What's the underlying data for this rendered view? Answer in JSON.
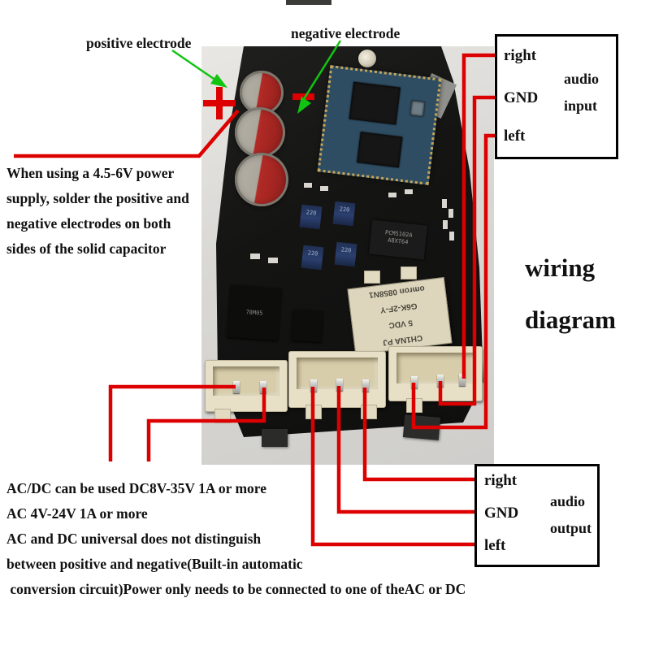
{
  "title": {
    "line1": "wiring",
    "line2": "diagram"
  },
  "top_labels": {
    "positive": "positive electrode",
    "negative": "negative electrode"
  },
  "polarity_marks": {
    "plus": "+",
    "minus": "-"
  },
  "capacitor_note": {
    "lines": [
      "When using a 4.5-6V power",
      "supply, solder the positive and",
      "negative electrodes on both",
      "sides of the solid capacitor"
    ]
  },
  "power_note": {
    "lines": [
      "AC/DC can be used DC8V-35V 1A or more",
      "AC 4V-24V 1A or more",
      "AC and DC universal does not distinguish",
      "between positive and negative(Built-in automatic",
      " conversion circuit)Power only needs to be connected to one of theAC or DC"
    ]
  },
  "audio_input": {
    "label_line1": "audio",
    "label_line2": "input",
    "pins": {
      "right": "right",
      "gnd": "GND",
      "left": "left"
    }
  },
  "audio_output": {
    "label_line1": "audio",
    "label_line2": "output",
    "pins": {
      "right": "right",
      "gnd": "GND",
      "left": "left"
    }
  },
  "board_text": {
    "relay": {
      "line1": "CH1NA PJ",
      "line2": "5    VDC",
      "line3": "G6K-2F-Y",
      "line4": "omron  0858N1"
    },
    "dac_chip": {
      "line1": "PCM5102A",
      "line2": "A8XT64"
    },
    "regulator": "78M05",
    "inductor": "220"
  },
  "colors": {
    "wire_red": "#dd0000",
    "arrow_green": "#12c412",
    "box_border": "#000000",
    "pcb": "#141413",
    "photo_bg": "#d8d7d3",
    "connector": "#e7dfc6",
    "cap_red": "#b22a26",
    "cap_silver": "#b7b3a8"
  }
}
